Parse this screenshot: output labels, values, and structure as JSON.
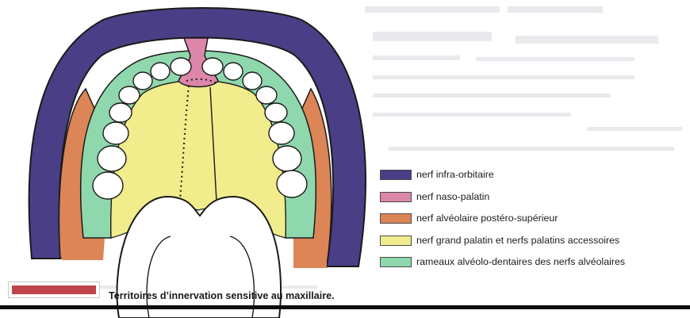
{
  "figure": {
    "caption": "Territoires d’innervation sensitive au maxillaire.",
    "legend": [
      {
        "label": "nerf infra-orbitaire",
        "color": "#4a3f86"
      },
      {
        "label": "nerf naso-palatin",
        "color": "#dc86aa"
      },
      {
        "label": "nerf alvéolaire postéro-supérieur",
        "color": "#dc8557"
      },
      {
        "label": "nerf grand palatin et nerfs palatins accessoires",
        "color": "#f1ec8c"
      },
      {
        "label": "rameaux alvéolo-dentaires des nerfs alvéolaires",
        "color": "#8fd8ad"
      }
    ],
    "caption_bar_color": "#c1444a"
  }
}
